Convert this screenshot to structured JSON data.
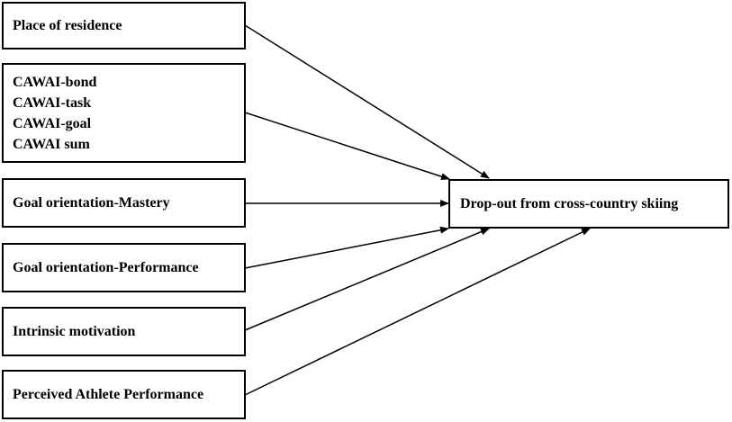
{
  "predictors": {
    "residence": "Place of residence",
    "cawai": [
      "CAWAI-bond",
      "CAWAI-task",
      "CAWAI-goal",
      "CAWAI sum"
    ],
    "mastery": "Goal orientation-Mastery",
    "performance": "Goal orientation-Performance",
    "intrinsic": "Intrinsic motivation",
    "athlete_performance": "Perceived Athlete Performance"
  },
  "outcome": {
    "label": "Drop-out from cross-country skiing"
  },
  "colors": {
    "stroke": "#000000",
    "background": "#ffffff"
  }
}
